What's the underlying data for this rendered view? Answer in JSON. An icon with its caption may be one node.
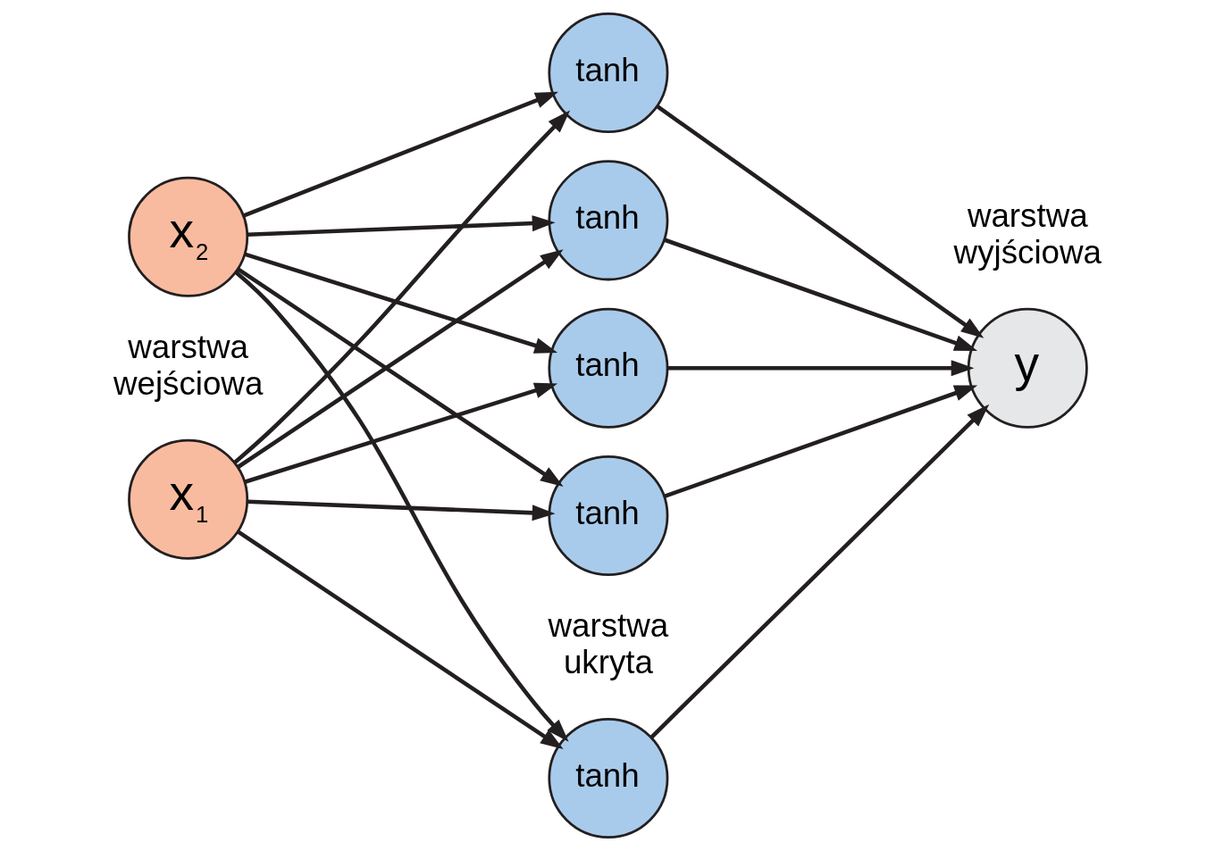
{
  "diagram": {
    "nodes": [
      {
        "text": [
          "x$_{1}$"
        ]
      },
      {
        "text": [
          "x$_{2}$"
        ]
      },
      {
        "text": [
          "tanh"
        ]
      },
      {
        "text": [
          "tanh"
        ]
      },
      {
        "text": [
          "tanh"
        ]
      },
      {
        "text": [
          "tanh"
        ]
      },
      {
        "text": [
          "tanh"
        ]
      },
      {
        "text": [
          "y"
        ]
      }
    ],
    "edges": [
      {
        "from": 0,
        "to": 2,
        "arrow": "to"
      },
      {
        "from": 0,
        "to": 3,
        "arrow": "to"
      },
      {
        "from": 0,
        "to": 4,
        "arrow": "to"
      },
      {
        "from": 0,
        "to": 5,
        "arrow": "to"
      },
      {
        "from": 0,
        "to": 6,
        "arrow": "to"
      },
      {
        "from": 1,
        "to": 2,
        "arrow": "to"
      },
      {
        "from": 1,
        "to": 3,
        "arrow": "to"
      },
      {
        "from": 1,
        "to": 4,
        "arrow": "to"
      },
      {
        "from": 1,
        "to": 5,
        "arrow": "to"
      },
      {
        "from": 1,
        "to": 6,
        "arrow": "to"
      },
      {
        "from": 2,
        "to": 7,
        "arrow": "to"
      },
      {
        "from": 3,
        "to": 7,
        "arrow": "to"
      },
      {
        "from": 4,
        "to": 7,
        "arrow": "to"
      },
      {
        "from": 5,
        "to": 7,
        "arrow": "to"
      },
      {
        "from": 6,
        "to": 7,
        "arrow": "to"
      }
    ],
    "labels": [
      "warstwa wejściowa",
      "warstwa ukryta",
      "warstwa wyjściowa"
    ]
  }
}
